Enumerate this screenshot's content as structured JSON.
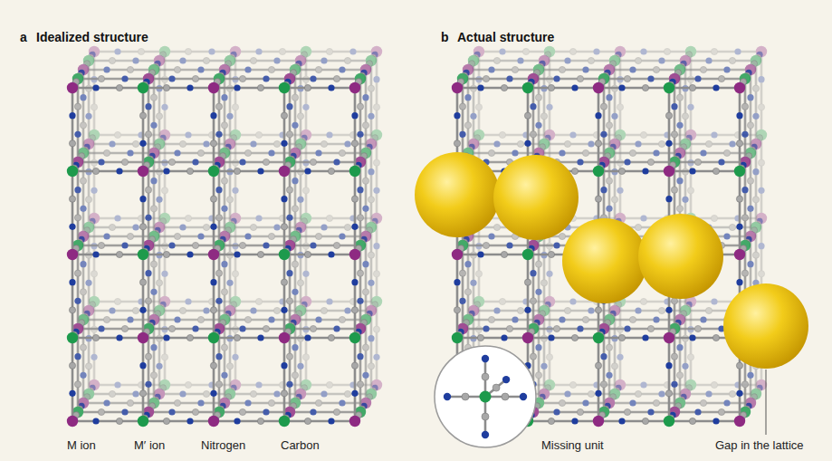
{
  "diagram": {
    "labels": [
      "a",
      "Idealized structure",
      "b",
      "Actual structure",
      "M ion",
      "M′ ion",
      "Nitrogen",
      "Carbon",
      "Missing unit",
      "Gap in the lattice"
    ]
  }
}
